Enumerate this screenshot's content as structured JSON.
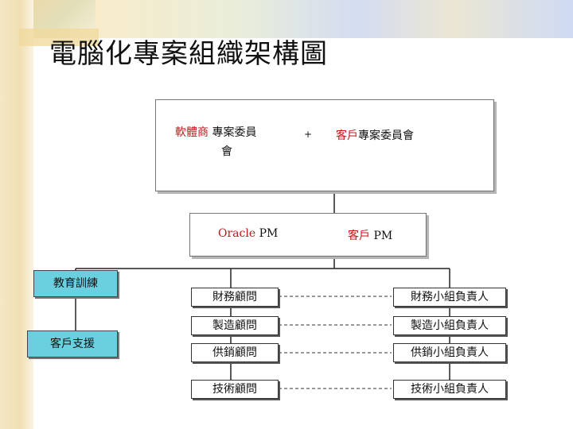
{
  "title": "電腦化專案組織架構圖",
  "committee": {
    "vendor_label": "軟體商",
    "vendor_suffix": " 專案委員",
    "vendor_suffix2": "會",
    "plus": "+",
    "customer_label": "客戶",
    "customer_suffix": "專案委員會"
  },
  "pm": {
    "oracle_label": "Oracle",
    "oracle_suffix": " PM",
    "customer_label": "客戶",
    "customer_suffix": " PM"
  },
  "side": {
    "training": "教育訓練",
    "support": "客戶支援"
  },
  "consultants": [
    "財務顧問",
    "製造顧問",
    "供銷顧問",
    "技術顧問"
  ],
  "leaders": [
    "財務小組負責人",
    "製造小組負責人",
    "供銷小組負責人",
    "技術小組負責人"
  ],
  "colors": {
    "side_box": "#6ad0e0",
    "accent_red": "#c0141a"
  }
}
